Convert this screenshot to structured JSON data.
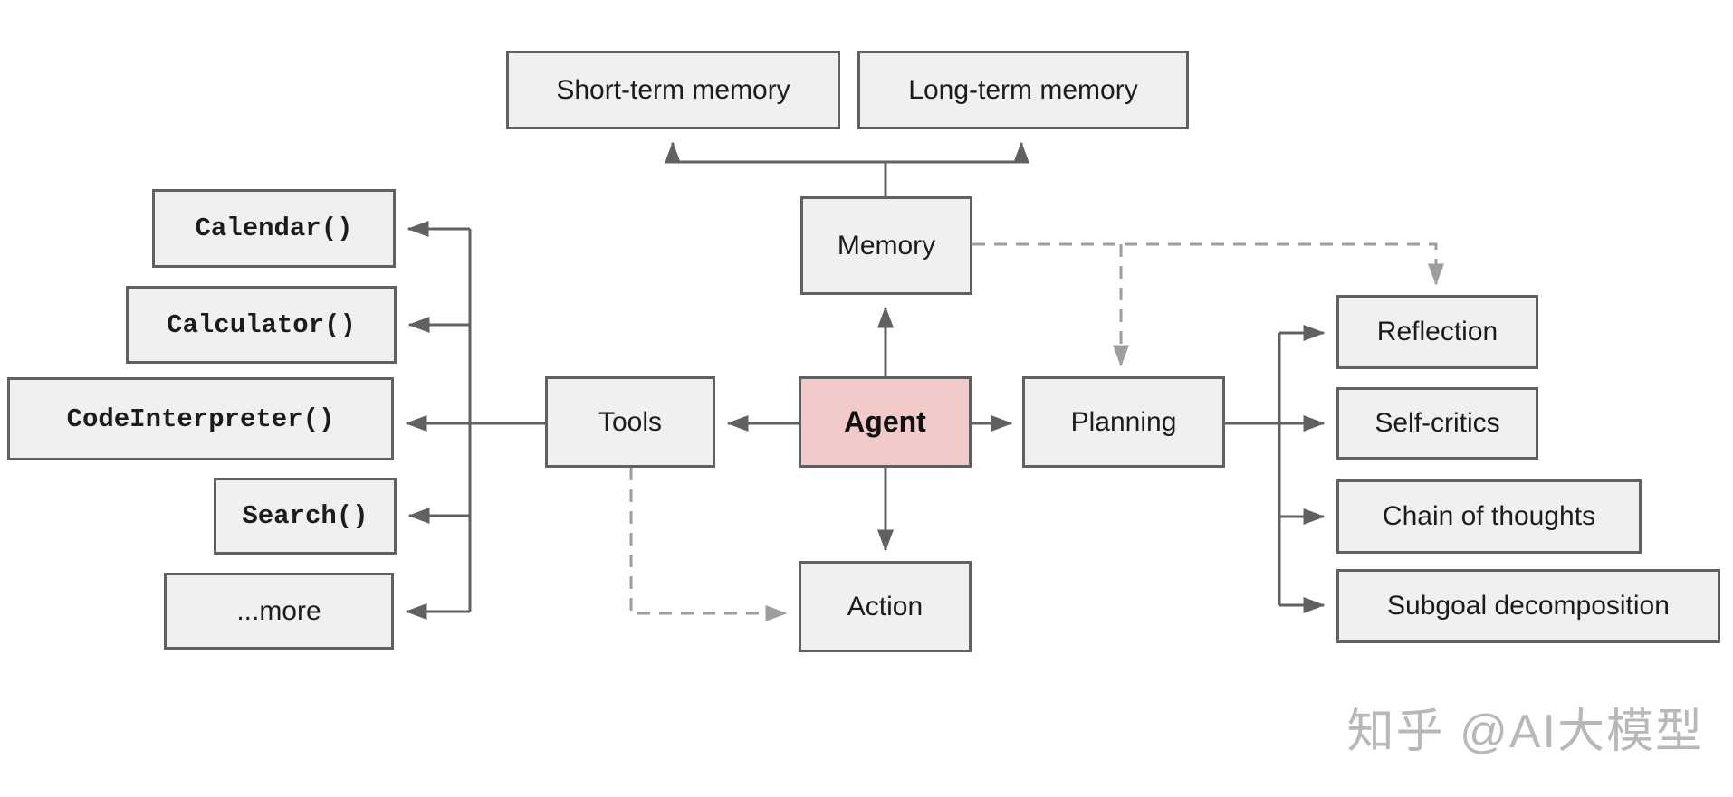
{
  "diagram": {
    "title_hint": "LLM agent architecture overview",
    "nodes": {
      "short_term_memory": {
        "label": "Short-term memory"
      },
      "long_term_memory": {
        "label": "Long-term memory"
      },
      "memory": {
        "label": "Memory"
      },
      "agent": {
        "label": "Agent"
      },
      "tools": {
        "label": "Tools"
      },
      "planning": {
        "label": "Planning"
      },
      "action": {
        "label": "Action"
      },
      "calendar": {
        "label": "Calendar()"
      },
      "calculator": {
        "label": "Calculator()"
      },
      "code_interpreter": {
        "label": "CodeInterpreter()"
      },
      "search": {
        "label": "Search()"
      },
      "more": {
        "label": "...more"
      },
      "reflection": {
        "label": "Reflection"
      },
      "self_critics": {
        "label": "Self-critics"
      },
      "chain_of_thoughts": {
        "label": "Chain of thoughts"
      },
      "subgoal_decomposition": {
        "label": "Subgoal decomposition"
      }
    },
    "edges": [
      {
        "from": "Memory",
        "to": "Short-term memory",
        "style": "solid"
      },
      {
        "from": "Memory",
        "to": "Long-term memory",
        "style": "solid"
      },
      {
        "from": "Agent",
        "to": "Memory",
        "style": "solid"
      },
      {
        "from": "Agent",
        "to": "Tools",
        "style": "solid"
      },
      {
        "from": "Agent",
        "to": "Planning",
        "style": "solid"
      },
      {
        "from": "Agent",
        "to": "Action",
        "style": "solid"
      },
      {
        "from": "Tools",
        "to": "Calendar()",
        "style": "solid"
      },
      {
        "from": "Tools",
        "to": "Calculator()",
        "style": "solid"
      },
      {
        "from": "Tools",
        "to": "CodeInterpreter()",
        "style": "solid"
      },
      {
        "from": "Tools",
        "to": "Search()",
        "style": "solid"
      },
      {
        "from": "Tools",
        "to": "...more",
        "style": "solid"
      },
      {
        "from": "Planning",
        "to": "Reflection",
        "style": "solid"
      },
      {
        "from": "Planning",
        "to": "Self-critics",
        "style": "solid"
      },
      {
        "from": "Planning",
        "to": "Chain of thoughts",
        "style": "solid"
      },
      {
        "from": "Planning",
        "to": "Subgoal decomposition",
        "style": "solid"
      },
      {
        "from": "Memory",
        "to": "Planning",
        "style": "dashed"
      },
      {
        "from": "Memory",
        "to": "Reflection",
        "style": "dashed"
      },
      {
        "from": "Tools",
        "to": "Action",
        "style": "dashed"
      }
    ],
    "colors": {
      "box_fill": "#f0f0f0",
      "box_border": "#616161",
      "agent_fill": "#f2caca",
      "solid_line": "#616161",
      "dashed_line": "#9e9e9e",
      "text": "#1c1c1c",
      "watermark_text_color": "#b8b8b8"
    },
    "watermark": "知乎 @AI大模型"
  }
}
